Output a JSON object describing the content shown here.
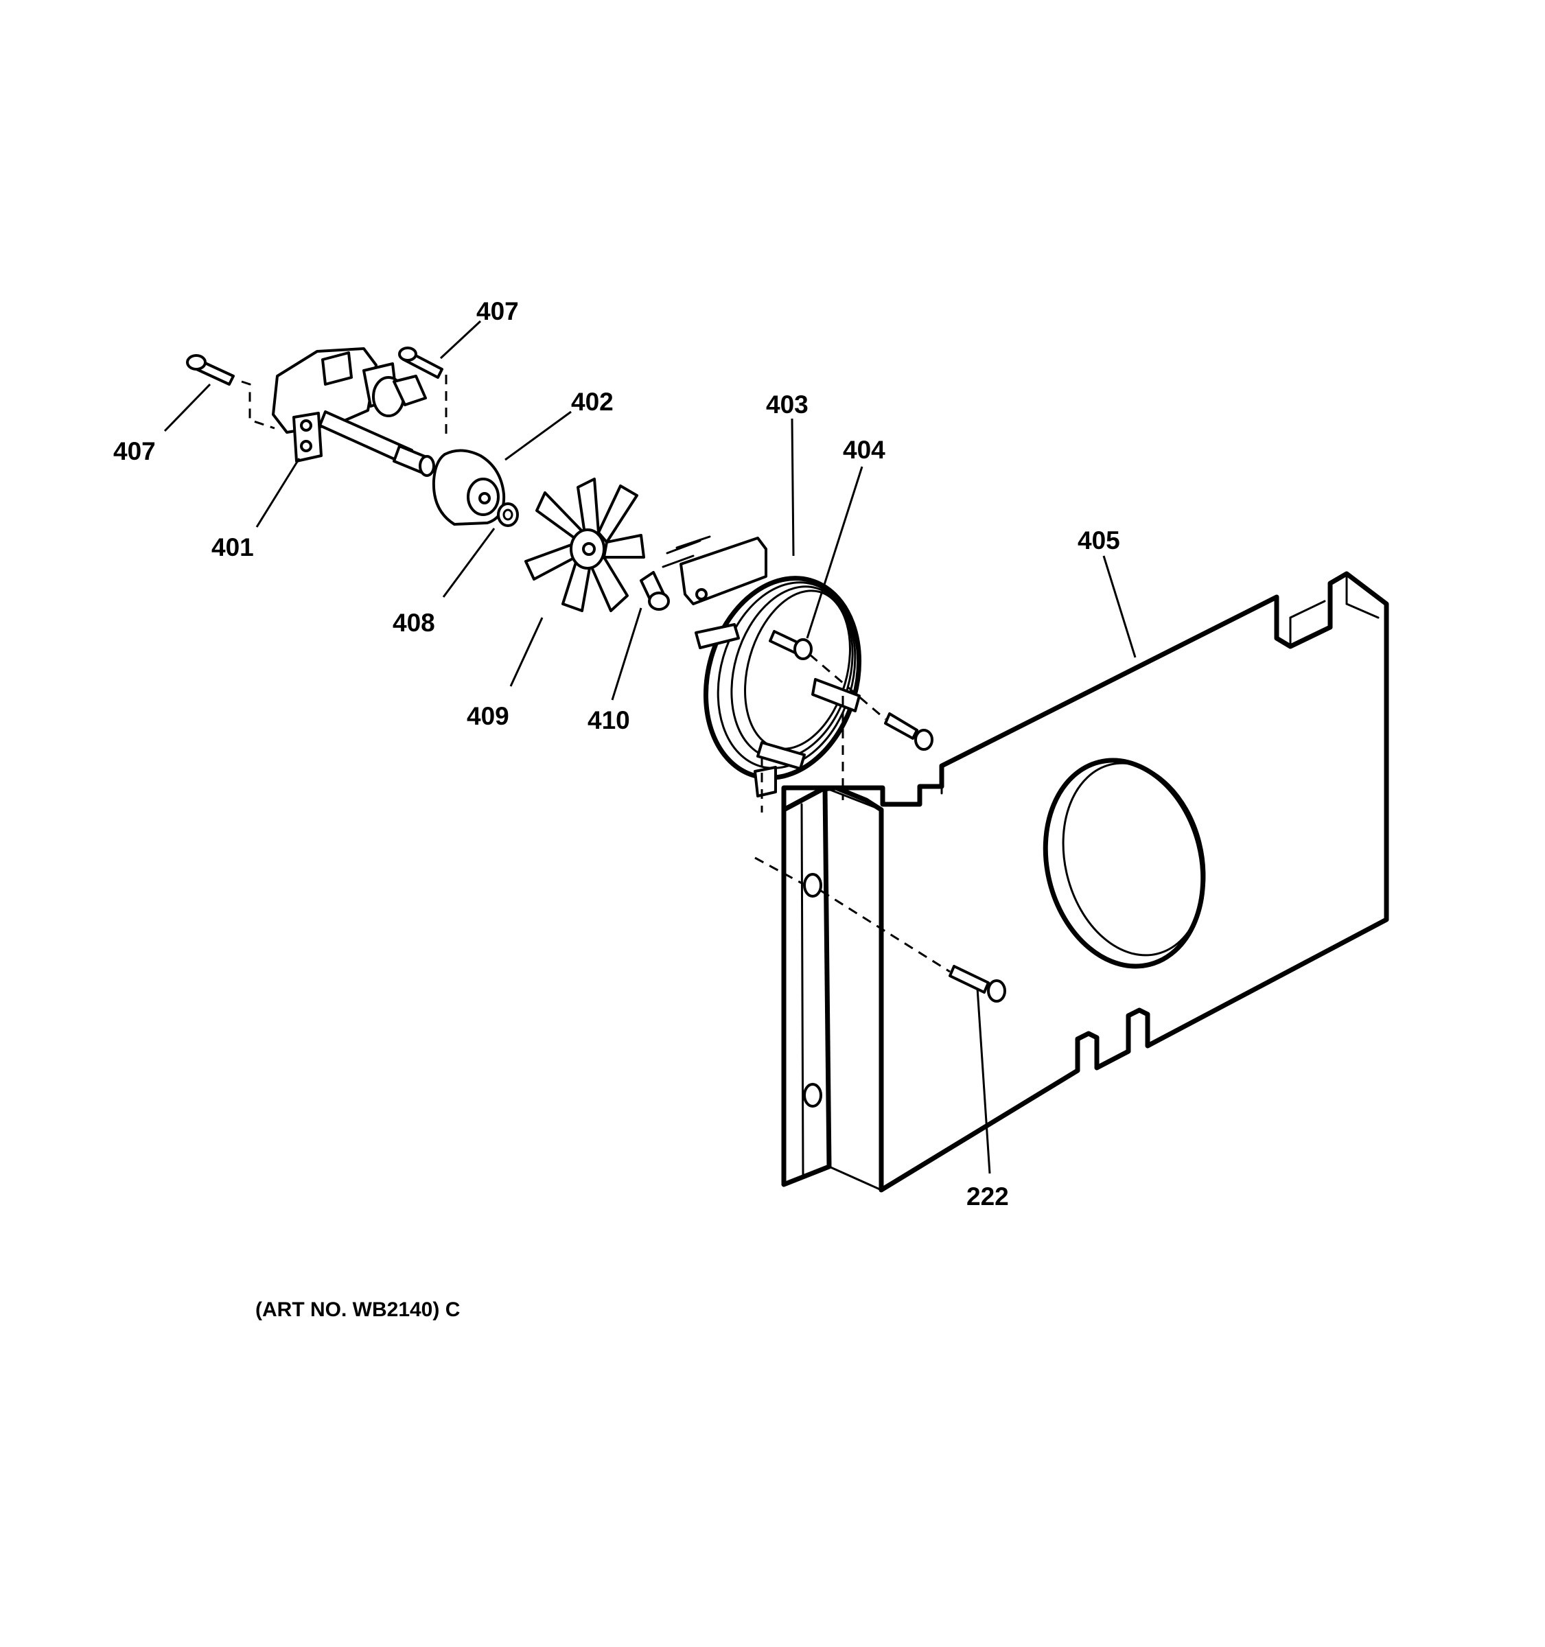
{
  "diagram": {
    "callouts": {
      "c407_top": "407",
      "c407_left": "407",
      "c402": "402",
      "c401": "401",
      "c408": "408",
      "c409": "409",
      "c410": "410",
      "c403": "403",
      "c404": "404",
      "c405": "405",
      "c222": "222"
    },
    "caption": "(ART NO. WB2140) C"
  }
}
